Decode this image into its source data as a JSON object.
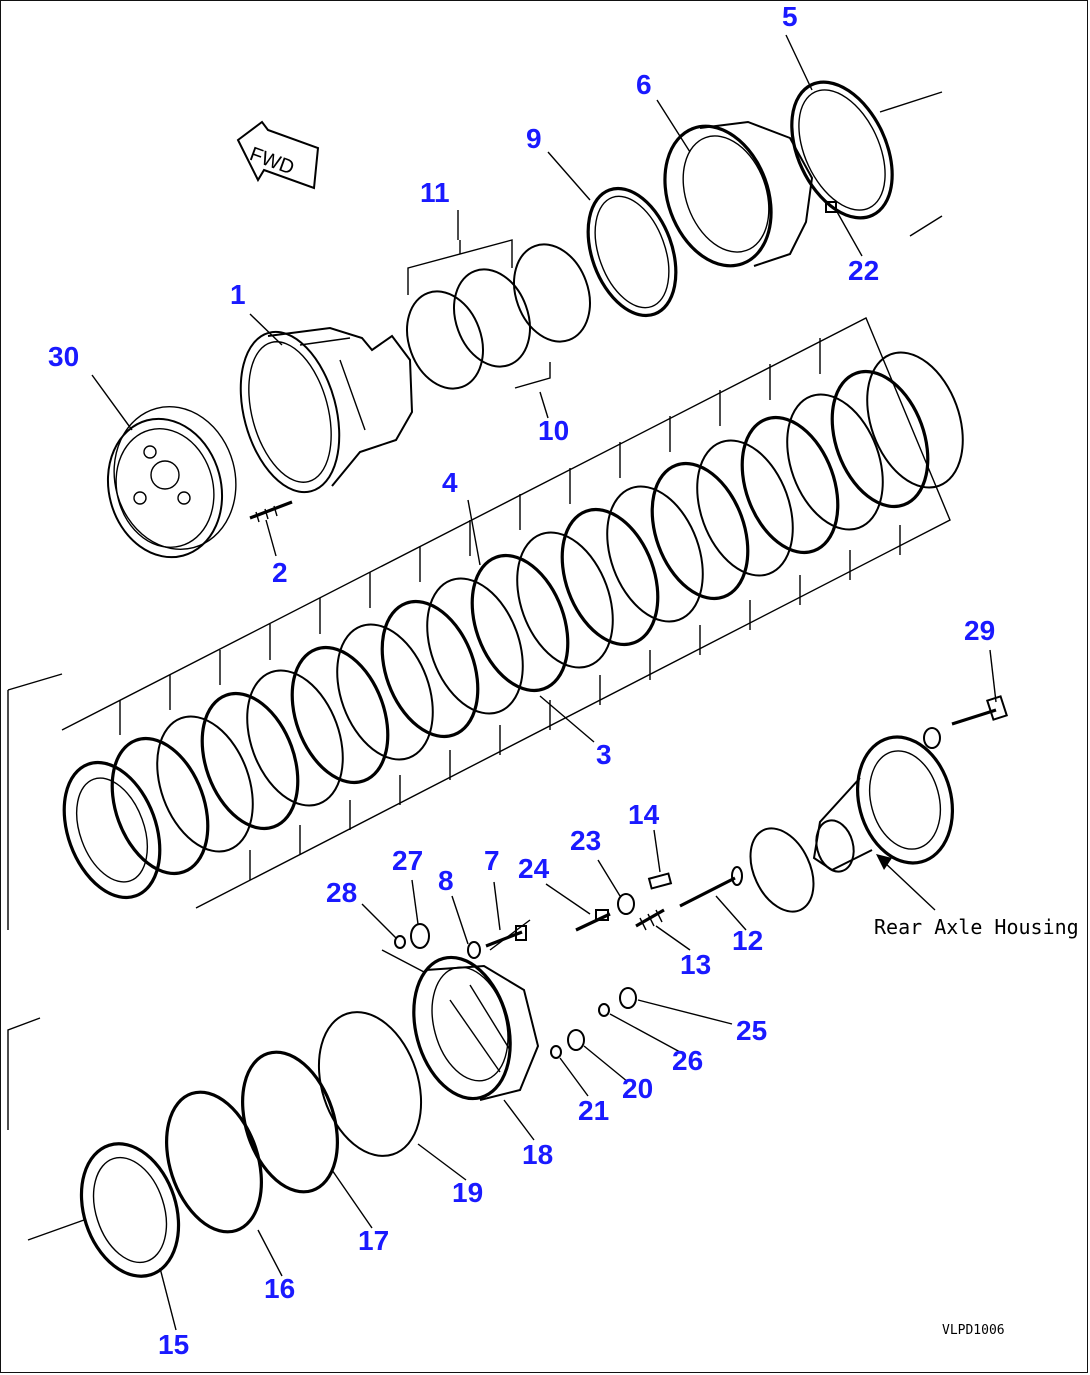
{
  "diagram": {
    "direction_marker": "FWD",
    "housing_label": "Rear Axle Housing",
    "drawing_id": "VLPD1006",
    "callouts": {
      "c1": "1",
      "c2": "2",
      "c3": "3",
      "c4": "4",
      "c5": "5",
      "c6": "6",
      "c7": "7",
      "c8": "8",
      "c9": "9",
      "c10": "10",
      "c11": "11",
      "c12": "12",
      "c13": "13",
      "c14": "14",
      "c15": "15",
      "c16": "16",
      "c17": "17",
      "c18": "18",
      "c19": "19",
      "c20": "20",
      "c21": "21",
      "c22": "22",
      "c23": "23",
      "c24": "24",
      "c25": "25",
      "c26": "26",
      "c27": "27",
      "c28": "28",
      "c29": "29",
      "c30": "30"
    }
  }
}
